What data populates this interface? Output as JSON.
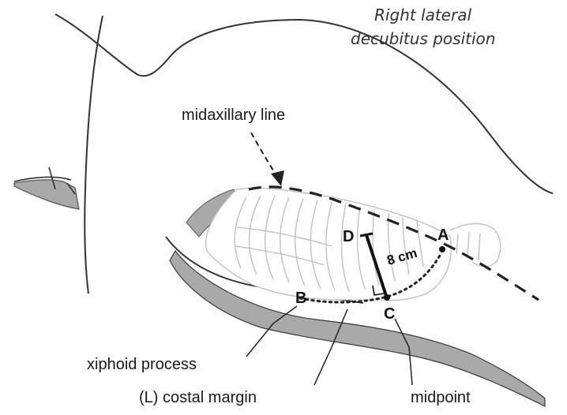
{
  "title": {
    "line1": "Right lateral",
    "line2": "decubitus position"
  },
  "labels": {
    "midaxillary_line": "midaxillary line",
    "xiphoid_process": "xiphoid process",
    "costal_margin": "(L) costal margin",
    "midpoint": "midpoint",
    "measurement": "8 cm"
  },
  "points": {
    "a": "A",
    "b": "B",
    "c": "C",
    "d": "D"
  },
  "colors": {
    "outline": "#333333",
    "shadow": "#a9a9a9",
    "rib": "#bdbdbd"
  }
}
